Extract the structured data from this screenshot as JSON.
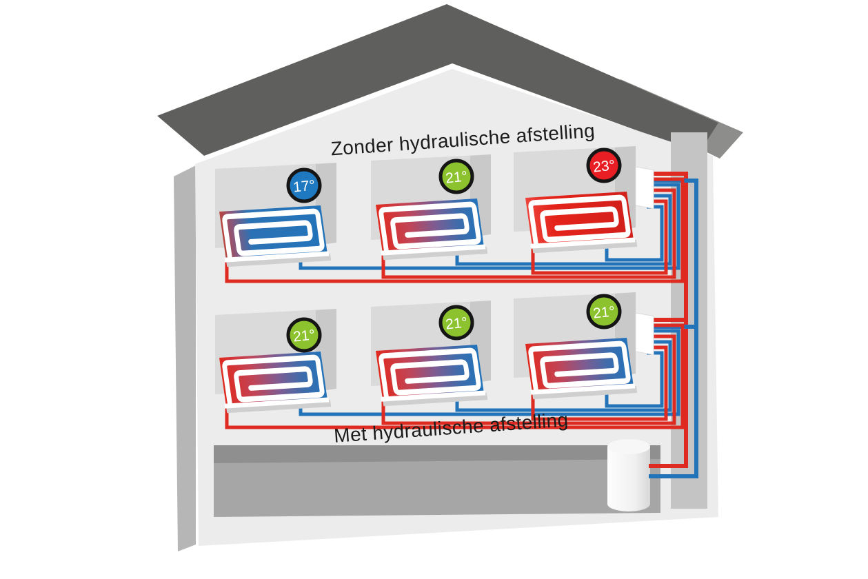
{
  "diagram": {
    "subject": "underfloor-heating hydraulic balancing comparison house cross-section",
    "floors": [
      {
        "id": "upper",
        "label": "Zonder hydraulische afstelling",
        "rooms": [
          {
            "temp": "17°",
            "state": "too-cold",
            "badge_color": "#1e79c0",
            "floor_gradient": "mostly-blue"
          },
          {
            "temp": "21°",
            "state": "balanced",
            "badge_color": "#8cc22d",
            "floor_gradient": "red-to-blue"
          },
          {
            "temp": "23°",
            "state": "too-hot",
            "badge_color": "#e81e24",
            "floor_gradient": "all-red"
          }
        ]
      },
      {
        "id": "lower",
        "label": "Met hydraulische afstelling",
        "rooms": [
          {
            "temp": "21°",
            "state": "balanced",
            "badge_color": "#8cc22d",
            "floor_gradient": "red-to-blue"
          },
          {
            "temp": "21°",
            "state": "balanced",
            "badge_color": "#8cc22d",
            "floor_gradient": "red-to-blue"
          },
          {
            "temp": "21°",
            "state": "balanced",
            "badge_color": "#8cc22d",
            "floor_gradient": "red-to-blue"
          }
        ]
      }
    ],
    "colors": {
      "supply_pipe_red": "#de2a20",
      "return_pipe_blue": "#2273b8",
      "roof_dark": "#5f5f5d",
      "roof_light": "#8d8d8b",
      "facade": "#ececec",
      "badge_ring": "#151515"
    }
  }
}
